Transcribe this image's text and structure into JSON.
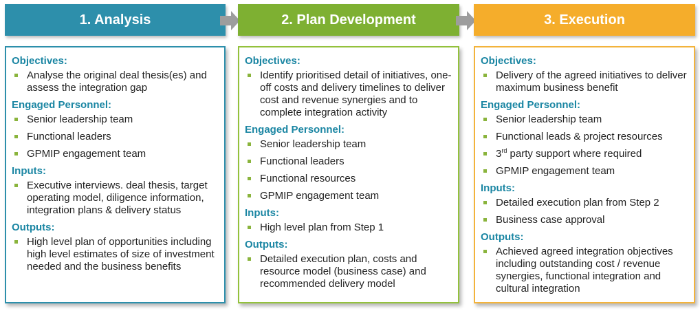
{
  "colors": {
    "analysis": "#2d8fab",
    "plan": "#7eb032",
    "execution": "#f5ad2b",
    "arrow": "#9d9d9d",
    "heading_text": "#1b86a3",
    "bullet": "#8ab43c"
  },
  "stages": [
    {
      "title": "1. Analysis",
      "sections": [
        {
          "heading": "Objectives:",
          "items": [
            "Analyse the original deal thesis(es) and assess the integration gap"
          ]
        },
        {
          "heading": "Engaged Personnel:",
          "items": [
            "Senior leadership team",
            "Functional leaders",
            "GPMIP engagement team"
          ]
        },
        {
          "heading": "Inputs:",
          "items": [
            "Executive interviews. deal thesis, target operating model, diligence information, integration plans & delivery status"
          ]
        },
        {
          "heading": "Outputs:",
          "items": [
            "High level plan of opportunities including high level estimates of size of investment needed and the business benefits"
          ]
        }
      ]
    },
    {
      "title": "2. Plan Development",
      "sections": [
        {
          "heading": "Objectives:",
          "items": [
            "Identify prioritised detail of initiatives, one-off costs and delivery timelines to deliver cost and revenue synergies and to complete integration activity"
          ]
        },
        {
          "heading": "Engaged Personnel:",
          "items": [
            "Senior leadership team",
            "Functional leaders",
            "Functional resources",
            "GPMIP engagement team"
          ]
        },
        {
          "heading": "Inputs:",
          "items": [
            "High level plan from Step 1"
          ]
        },
        {
          "heading": "Outputs:",
          "items": [
            "Detailed execution plan, costs and resource model (business case) and recommended delivery model"
          ]
        }
      ]
    },
    {
      "title": "3. Execution",
      "sections": [
        {
          "heading": "Objectives:",
          "items": [
            "Delivery of the agreed initiatives to deliver maximum business benefit"
          ]
        },
        {
          "heading": "Engaged Personnel:",
          "items": [
            "Senior leadership team",
            "Functional leads & project resources",
            "3rd party support where required",
            "GPMIP engagement team"
          ]
        },
        {
          "heading": "Inputs:",
          "items": [
            "Detailed execution plan from Step 2",
            "Business case approval"
          ]
        },
        {
          "heading": "Outputs:",
          "items": [
            "Achieved agreed integration objectives including outstanding cost / revenue synergies, functional integration and cultural integration"
          ]
        }
      ]
    }
  ],
  "superscript": {
    "number": "3",
    "suffix": "rd",
    "rest": " party support where required"
  }
}
